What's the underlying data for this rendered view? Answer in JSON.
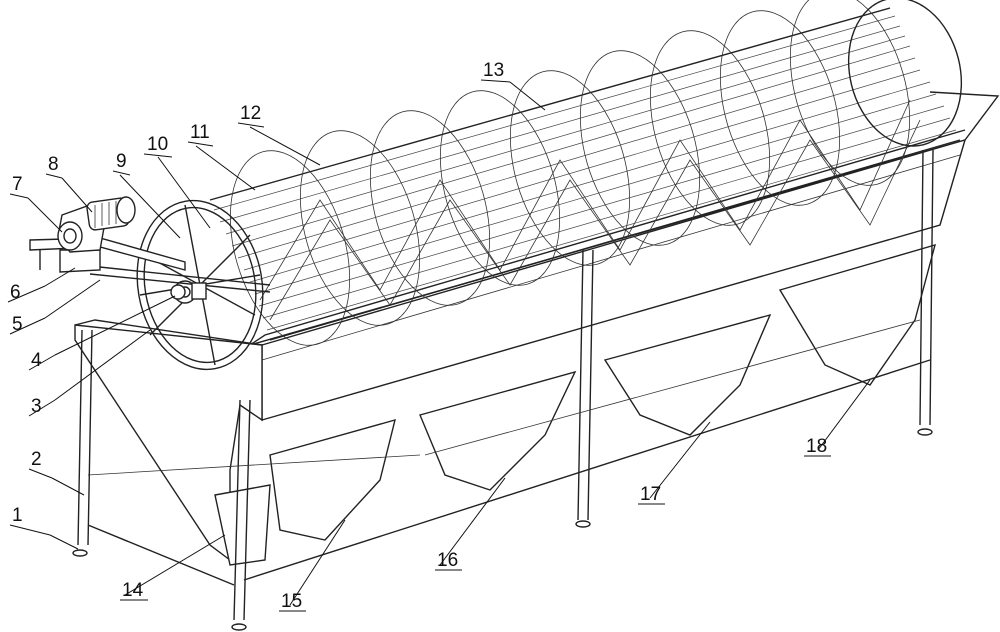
{
  "figure": {
    "labels": [
      "1",
      "2",
      "3",
      "4",
      "5",
      "6",
      "7",
      "8",
      "9",
      "10",
      "11",
      "12",
      "13",
      "14",
      "15",
      "16",
      "17",
      "18"
    ]
  }
}
